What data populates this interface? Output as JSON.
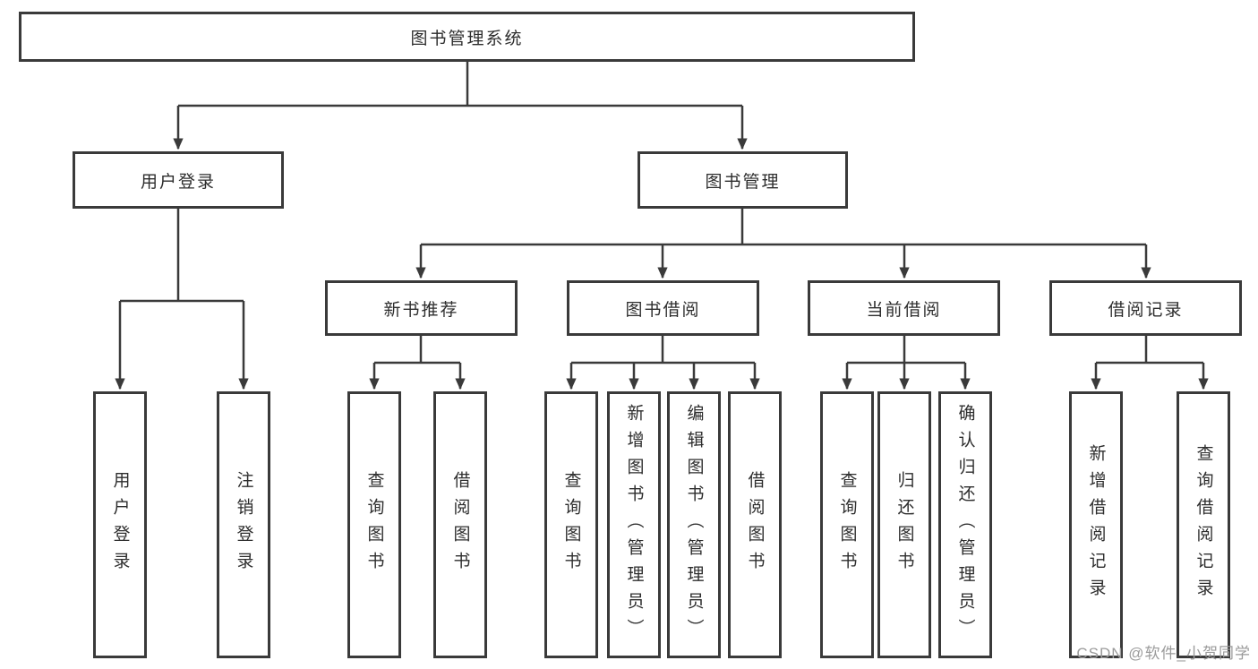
{
  "title_box": {
    "label": "图书管理系统"
  },
  "branches": {
    "user_login": {
      "label": "用户登录",
      "children": [
        {
          "label": "用户登录"
        },
        {
          "label": "注销登录"
        }
      ]
    },
    "book_mgmt": {
      "label": "图书管理",
      "groups": [
        {
          "label": "新书推荐",
          "children": [
            {
              "label": "查询图书"
            },
            {
              "label": "借阅图书"
            }
          ]
        },
        {
          "label": "图书借阅",
          "children": [
            {
              "label": "查询图书"
            },
            {
              "label": "新增图书（管理员）"
            },
            {
              "label": "编辑图书（管理员）"
            },
            {
              "label": "借阅图书"
            }
          ]
        },
        {
          "label": "当前借阅",
          "children": [
            {
              "label": "查询图书"
            },
            {
              "label": "归还图书"
            },
            {
              "label": "确认归还（管理员）"
            }
          ]
        },
        {
          "label": "借阅记录",
          "children": [
            {
              "label": "新增借阅记录"
            },
            {
              "label": "查询借阅记录"
            }
          ]
        }
      ]
    }
  },
  "watermark": {
    "text": "CSDN @软件_小贺同学"
  },
  "colors": {
    "line": "#3a3a3a",
    "box_border": "#3a3a3a",
    "text": "#2d2d2d",
    "watermark": "#9b9b9b",
    "background": "#ffffff"
  }
}
